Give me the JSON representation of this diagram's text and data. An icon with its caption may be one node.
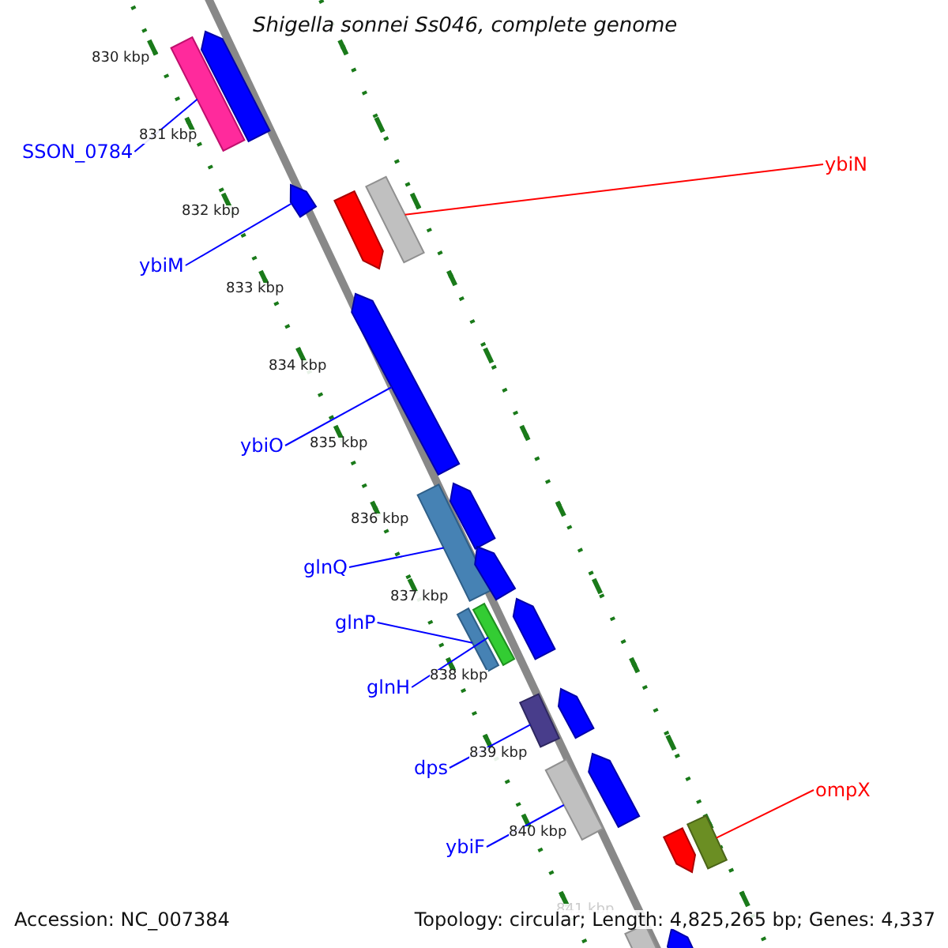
{
  "diagram": {
    "title": "Shigella sonnei Ss046, complete genome",
    "nodes": [
      {
        "text": [
          "SSON_0784"
        ]
      },
      {
        "text": [
          "ybiN"
        ]
      },
      {
        "text": [
          "ybiM"
        ]
      },
      {
        "text": [
          "ybiO"
        ]
      },
      {
        "text": [
          "glnQ"
        ]
      },
      {
        "text": [
          "glnP"
        ]
      },
      {
        "text": [
          "glnH"
        ]
      },
      {
        "text": [
          "dps"
        ]
      },
      {
        "text": [
          "ompX"
        ]
      },
      {
        "text": [
          "ybiF"
        ]
      },
      {
        "text": [],
        "shape": "pentagon"
      },
      {
        "text": [],
        "shape": "bar"
      },
      {
        "text": [],
        "shape": "bar"
      },
      {
        "text": [],
        "shape": "pentagon"
      },
      {
        "text": [],
        "shape": "pentagon"
      },
      {
        "text": [],
        "shape": "pentagon"
      },
      {
        "text": [],
        "shape": "pentagon"
      },
      {
        "text": [],
        "shape": "bar"
      },
      {
        "text": [],
        "shape": "pentagon"
      },
      {
        "text": [],
        "shape": "pentagon"
      },
      {
        "text": [],
        "shape": "bar"
      },
      {
        "text": [],
        "shape": "bar"
      },
      {
        "text": [],
        "shape": "pentagon"
      },
      {
        "text": [],
        "shape": "bar"
      },
      {
        "text": [],
        "shape": "pentagon"
      },
      {
        "text": [],
        "shape": "bar"
      },
      {
        "text": [],
        "shape": "bar"
      },
      {
        "text": [],
        "shape": "pentagon"
      },
      {
        "text": [],
        "shape": "bar"
      },
      {
        "text": [],
        "shape": "pentagon"
      }
    ],
    "edges": [
      {
        "from": 0,
        "to": 11,
        "arrow": "none"
      },
      {
        "from": 1,
        "to": 12,
        "arrow": "none",
        "color": "#ff0000"
      },
      {
        "from": 2,
        "to": 13,
        "arrow": "none"
      },
      {
        "from": 3,
        "to": 15,
        "arrow": "none"
      },
      {
        "from": 4,
        "to": 17,
        "arrow": "none"
      },
      {
        "from": 5,
        "to": 21,
        "arrow": "none"
      },
      {
        "from": 6,
        "to": 20,
        "arrow": "none"
      },
      {
        "from": 7,
        "to": 23,
        "arrow": "none"
      },
      {
        "from": 8,
        "to": 26,
        "arrow": "none",
        "color": "#ff0000"
      },
      {
        "from": 9,
        "to": 25,
        "arrow": "none"
      }
    ],
    "labels": [
      "830 kbp",
      "831 kbp",
      "832 kbp",
      "833 kbp",
      "834 kbp",
      "835 kbp",
      "836 kbp",
      "837 kbp",
      "838 kbp",
      "839 kbp",
      "840 kbp",
      "841 kbp",
      "Accession: NC_007384",
      "Topology: circular; Length: 4,825,265 bp; Genes: 4,337"
    ]
  }
}
